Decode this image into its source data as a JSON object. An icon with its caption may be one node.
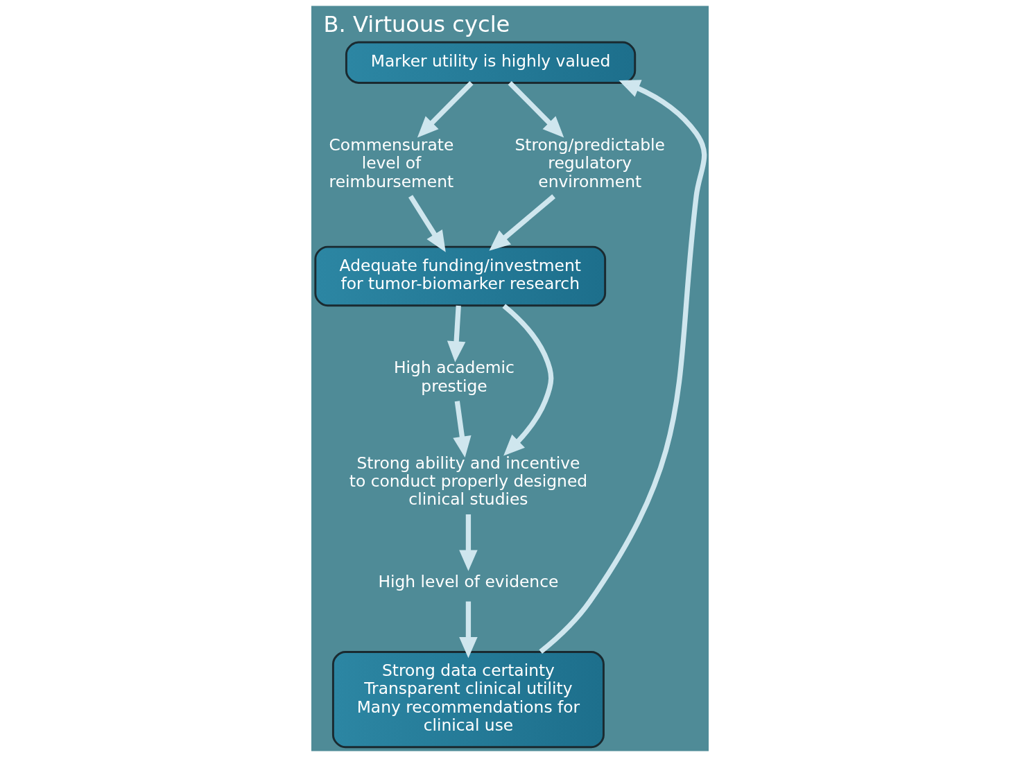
{
  "diagram": {
    "title": "B. Virtuous cycle",
    "nodes": [
      {
        "text": [
          "Marker utility is highly valued"
        ]
      },
      {
        "text": [
          "Commensurate level of reimbursement"
        ]
      },
      {
        "text": [
          "Strong/predictable regulatory environment"
        ]
      },
      {
        "text": [
          "Adequate funding/investment for tumor-biomarker research"
        ]
      },
      {
        "text": [
          "High academic prestige"
        ]
      },
      {
        "text": [
          "Strong ability and incentive to conduct properly designed clinical studies"
        ]
      },
      {
        "text": [
          "High level of evidence"
        ]
      },
      {
        "text": [
          "Strong data certainty",
          "Transparent clinical utility",
          "Many recommendations for clinical use"
        ]
      }
    ],
    "edges": [
      {
        "from": 0,
        "to": 1,
        "arrow": "to"
      },
      {
        "from": 0,
        "to": 2,
        "arrow": "to"
      },
      {
        "from": 1,
        "to": 3,
        "arrow": "to"
      },
      {
        "from": 2,
        "to": 3,
        "arrow": "to"
      },
      {
        "from": 3,
        "to": 4,
        "arrow": "to"
      },
      {
        "from": 3,
        "to": 5,
        "arrow": "to"
      },
      {
        "from": 4,
        "to": 5,
        "arrow": "to"
      },
      {
        "from": 5,
        "to": 6,
        "arrow": "to"
      },
      {
        "from": 6,
        "to": 7,
        "arrow": "to"
      },
      {
        "from": 7,
        "to": 0,
        "arrow": "to"
      }
    ]
  }
}
